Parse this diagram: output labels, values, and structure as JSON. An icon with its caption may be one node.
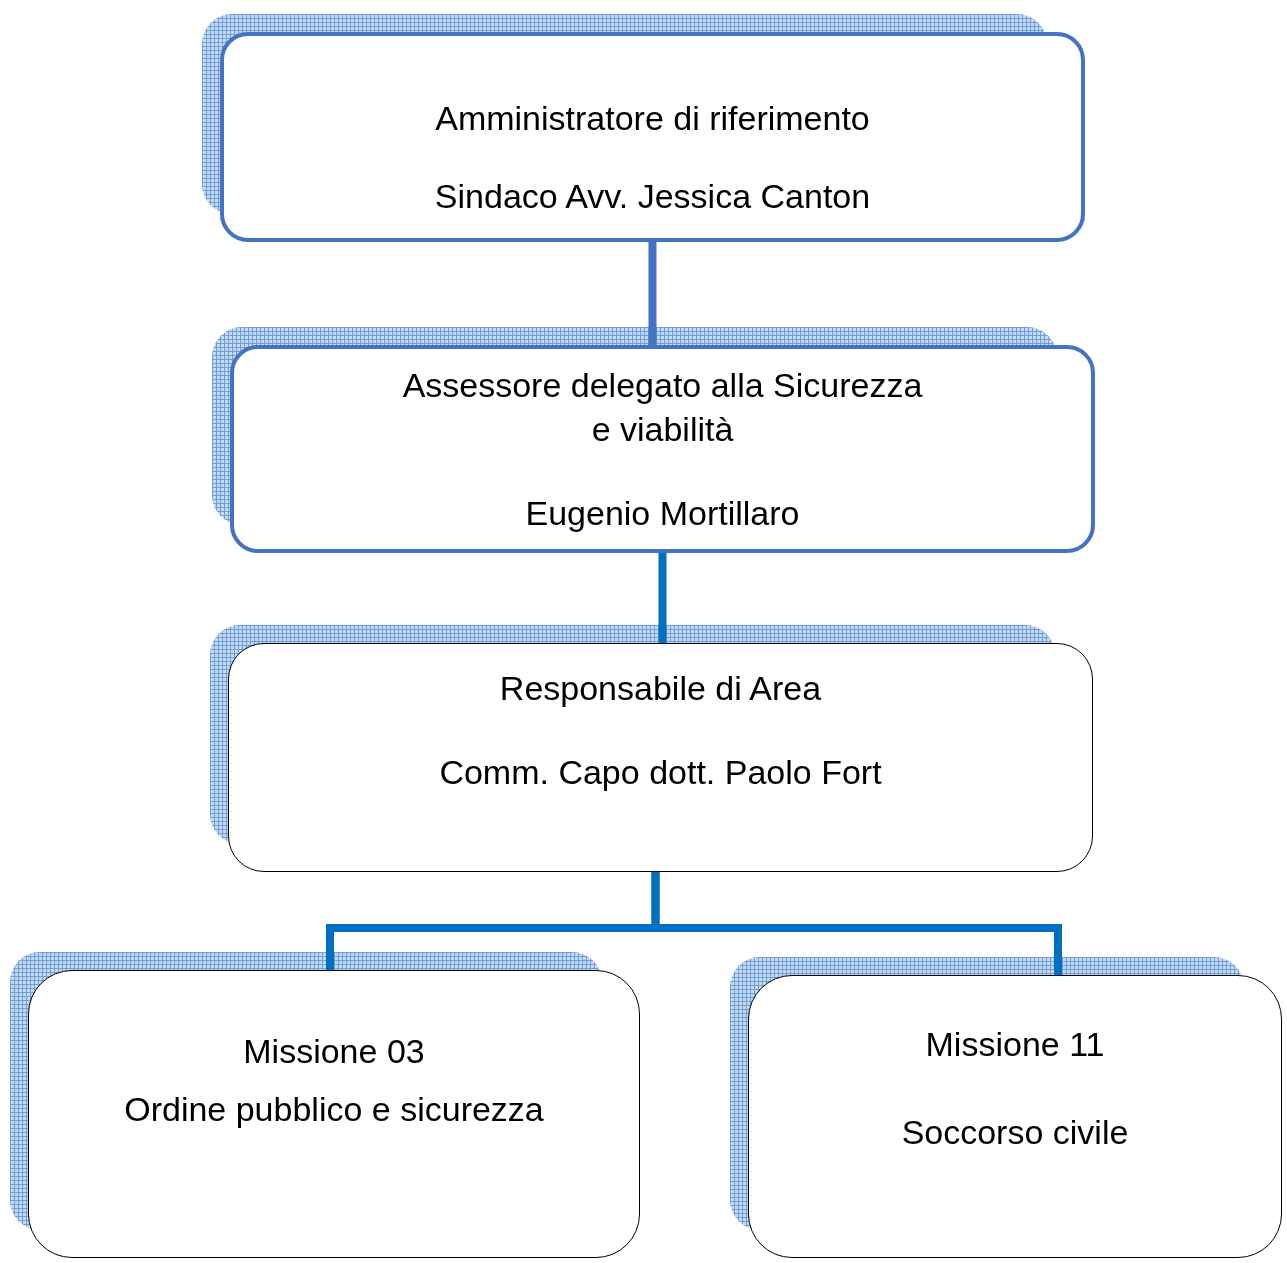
{
  "diagram": {
    "nodes": [
      {
        "text": [
          "Amministratore di riferimento",
          "Sindaco Avv. Jessica Canton"
        ]
      },
      {
        "text": [
          "Assessore delegato alla Sicurezza e viabilità",
          "Eugenio Mortillaro"
        ]
      },
      {
        "text": [
          "Responsabile di Area",
          "Comm. Capo dott. Paolo Fort"
        ]
      },
      {
        "text": [
          "Missione 03",
          "Ordine pubblico e sicurezza"
        ]
      },
      {
        "text": [
          "Missione 11",
          "Soccorso civile"
        ]
      }
    ],
    "edges": [
      {
        "from": 0,
        "to": 1,
        "arrow": "none",
        "color": "#4472c4"
      },
      {
        "from": 1,
        "to": 2,
        "arrow": "none"
      },
      {
        "from": 2,
        "to": 3,
        "arrow": "none"
      },
      {
        "from": 2,
        "to": 4,
        "arrow": "none"
      }
    ]
  }
}
